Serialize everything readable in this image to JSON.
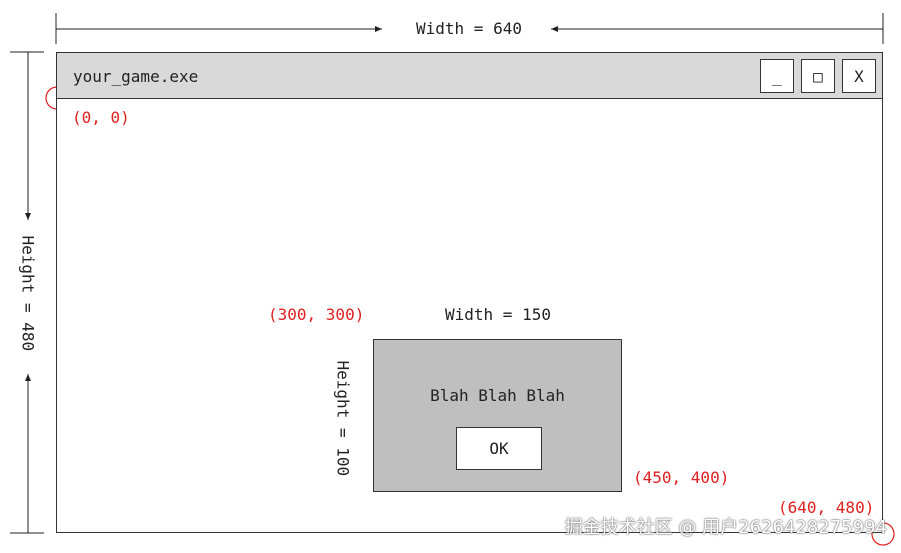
{
  "window": {
    "title": "your_game.exe",
    "buttons": {
      "minimize": "_",
      "maximize": "□",
      "close": "X"
    }
  },
  "dimensions": {
    "window_width": "Width = 640",
    "window_height": "Height = 480",
    "dialog_width": "Width = 150",
    "dialog_height": "Height = 100"
  },
  "coordinates": {
    "origin": "(0, 0)",
    "dialog_top_left": "(300, 300)",
    "dialog_bottom_right": "(450, 400)",
    "window_bottom_right": "(640, 480)"
  },
  "dialog": {
    "message": "Blah Blah Blah",
    "ok_label": "OK"
  },
  "watermark": "掘金技术社区 @ 用户2626428275994",
  "colors": {
    "annotation": "#e02020",
    "titlebar": "#d9d9d9",
    "dialog": "#bfbfbf"
  }
}
